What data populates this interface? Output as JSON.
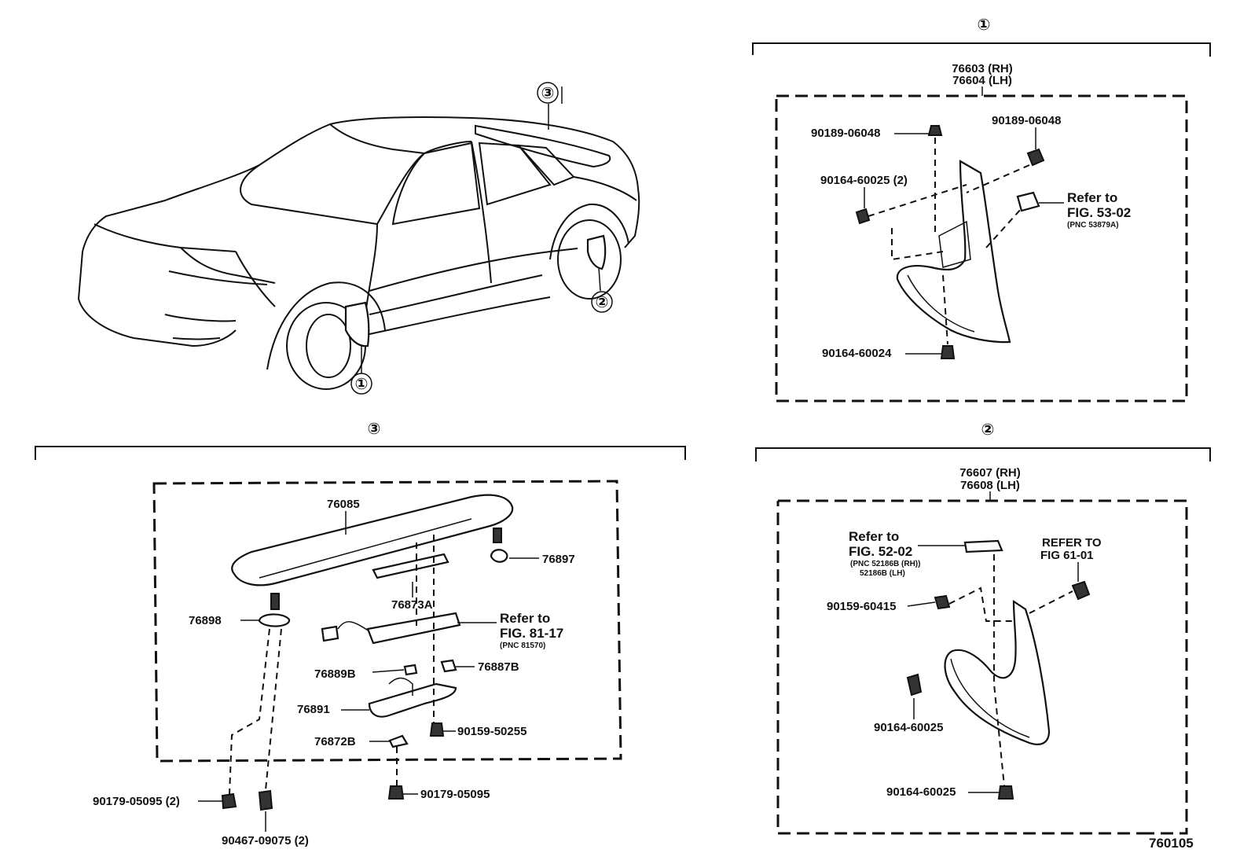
{
  "callouts": {
    "one": "①",
    "two": "②",
    "three": "③"
  },
  "panel1": {
    "title": "①",
    "main_part_rh": "76603 (RH)",
    "main_part_lh": "76604 (LH)",
    "clip_left": "90189-06048",
    "clip_right": "90189-06048",
    "screw_2": "90164-60025 (2)",
    "screw_bottom": "90164-60024",
    "ref_line1": "Refer to",
    "ref_line2": "FIG. 53-02",
    "ref_line3": "(PNC 53879A)"
  },
  "panel2": {
    "title": "②",
    "main_part_rh": "76607 (RH)",
    "main_part_lh": "76608 (LH)",
    "ref_line1": "Refer to",
    "ref_line2": "FIG. 52-02",
    "ref_line3": "(PNC 52186B (RH))",
    "ref_line4": "52186B (LH)",
    "ref2_line1": "REFER TO",
    "ref2_line2": "FIG 61-01",
    "screw_a": "90159-60415",
    "screw_b": "90164-60025",
    "screw_c": "90164-60025"
  },
  "panel3": {
    "title": "③",
    "spoiler": "76085",
    "pad_right": "76897",
    "pad_left": "76898",
    "lamp_cover": "76873A",
    "ref_line1": "Refer to",
    "ref_line2": "FIG. 81-17",
    "ref_line3": "(PNC 81570)",
    "pad_b1": "76889B",
    "pad_b2": "76887B",
    "bracket": "76891",
    "screw_a": "90159-50255",
    "pad_c": "76872B",
    "nut_left": "90179-05095 (2)",
    "nut_right": "90179-05095",
    "clip_left": "90467-09075 (2)"
  },
  "figure_number": "760105"
}
